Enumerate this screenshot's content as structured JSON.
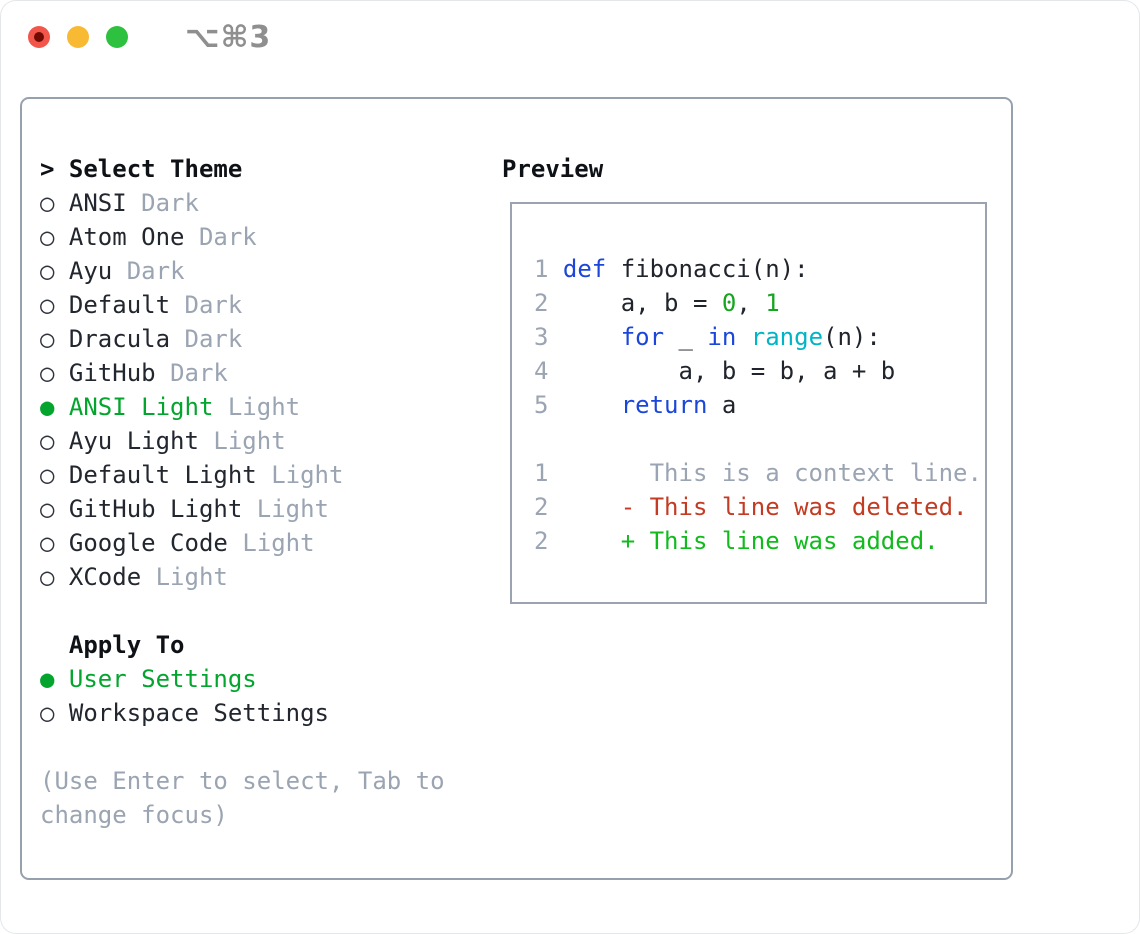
{
  "window": {
    "hotkey": "⌥⌘3",
    "traffic_lights": [
      "close",
      "minimize",
      "maximize"
    ]
  },
  "colors": {
    "accent_green": "#04a52e",
    "keyword_blue": "#1b46d9",
    "function_cyan": "#00b5c4",
    "literal_green": "#17a51f",
    "deleted_red": "#c23b22",
    "added_green": "#12ba1e",
    "muted_gray": "#9aa4b2",
    "panel_border": "#97a1ae"
  },
  "theme_selector": {
    "title_prefix": ">",
    "title": "Select Theme",
    "radio_selected": "●",
    "radio_unselected": "○",
    "items": [
      {
        "name": "ANSI",
        "variant": "Dark",
        "selected": false
      },
      {
        "name": "Atom One",
        "variant": "Dark",
        "selected": false
      },
      {
        "name": "Ayu",
        "variant": "Dark",
        "selected": false
      },
      {
        "name": "Default",
        "variant": "Dark",
        "selected": false
      },
      {
        "name": "Dracula",
        "variant": "Dark",
        "selected": false
      },
      {
        "name": "GitHub",
        "variant": "Dark",
        "selected": false
      },
      {
        "name": "ANSI Light",
        "variant": "Light",
        "selected": true
      },
      {
        "name": "Ayu Light",
        "variant": "Light",
        "selected": false
      },
      {
        "name": "Default Light",
        "variant": "Light",
        "selected": false
      },
      {
        "name": "GitHub Light",
        "variant": "Light",
        "selected": false
      },
      {
        "name": "Google Code",
        "variant": "Light",
        "selected": false
      },
      {
        "name": "XCode",
        "variant": "Light",
        "selected": false
      }
    ],
    "apply_to": {
      "title": "Apply To",
      "options": [
        {
          "label": "User Settings",
          "selected": true
        },
        {
          "label": "Workspace Settings",
          "selected": false
        }
      ]
    },
    "hint": "(Use Enter to select, Tab to change focus)"
  },
  "preview": {
    "title": "Preview",
    "lines": [
      {
        "num": "",
        "segs": []
      },
      {
        "num": "1",
        "segs": [
          [
            "def",
            "kw"
          ],
          [
            " fibonacci(n):",
            "fg"
          ]
        ]
      },
      {
        "num": "2",
        "segs": [
          [
            "    a, b = ",
            "fg"
          ],
          [
            "0",
            "lit"
          ],
          [
            ", ",
            "fg"
          ],
          [
            "1",
            "lit"
          ]
        ]
      },
      {
        "num": "3",
        "segs": [
          [
            "    ",
            "fg"
          ],
          [
            "for",
            "kw"
          ],
          [
            " _ ",
            "fg"
          ],
          [
            "in",
            "kw"
          ],
          [
            " ",
            "fg"
          ],
          [
            "range",
            "fn"
          ],
          [
            "(n):",
            "fg"
          ]
        ]
      },
      {
        "num": "4",
        "segs": [
          [
            "        a, b = b, a + b",
            "fg"
          ]
        ]
      },
      {
        "num": "5",
        "segs": [
          [
            "    ",
            "fg"
          ],
          [
            "return",
            "kw"
          ],
          [
            " a",
            "fg"
          ]
        ]
      },
      {
        "num": "",
        "segs": []
      },
      {
        "num": "1",
        "segs": [
          [
            "      This is a context line.",
            "ctx"
          ]
        ]
      },
      {
        "num": "2",
        "segs": [
          [
            "    - This line was deleted.",
            "del"
          ]
        ]
      },
      {
        "num": "2",
        "segs": [
          [
            "    + This line was added.",
            "add"
          ]
        ]
      }
    ]
  }
}
